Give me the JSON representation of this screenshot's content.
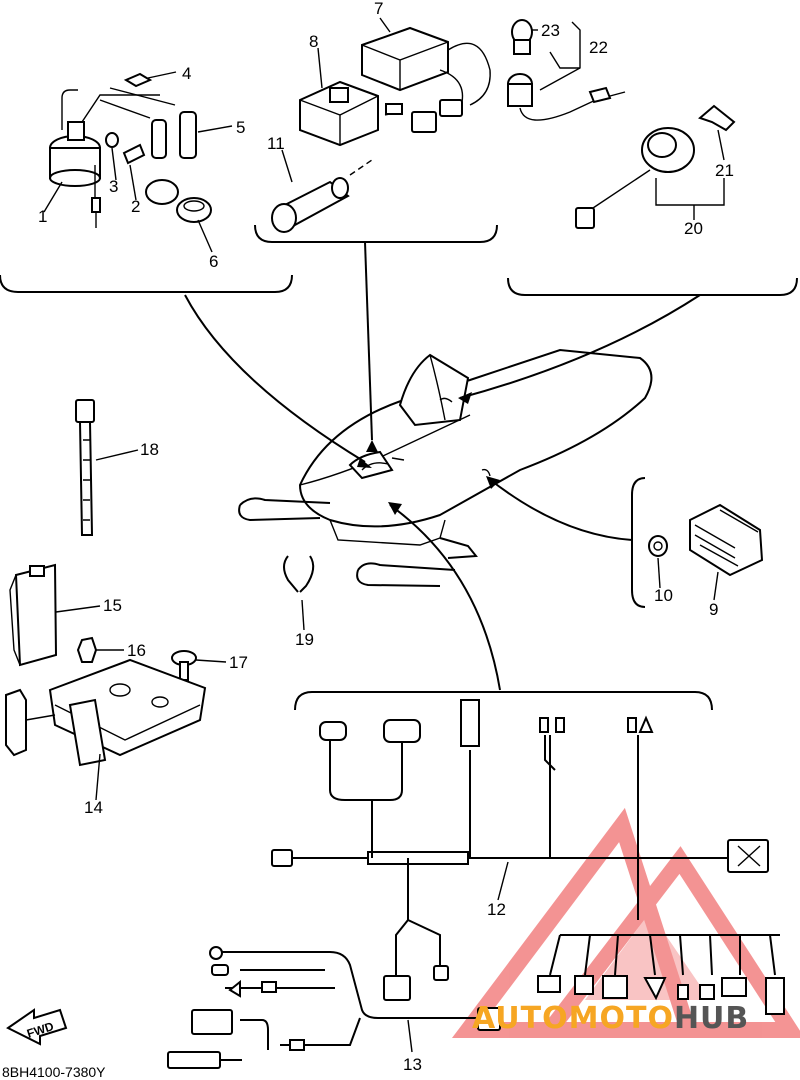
{
  "diagram": {
    "callouts": [
      "1",
      "2",
      "3",
      "4",
      "5",
      "6",
      "7",
      "8",
      "9",
      "10",
      "11",
      "12",
      "13",
      "14",
      "15",
      "16",
      "17",
      "18",
      "19",
      "20",
      "21",
      "22",
      "23"
    ],
    "drawing_code": "8BH4100-7380Y",
    "fwd_label": "FWD"
  },
  "watermark": {
    "part1": "AUTOMOTO",
    "part2": "HUB",
    "color1": "#f6a623",
    "color2": "#555555",
    "logo_color": "#f07070"
  }
}
